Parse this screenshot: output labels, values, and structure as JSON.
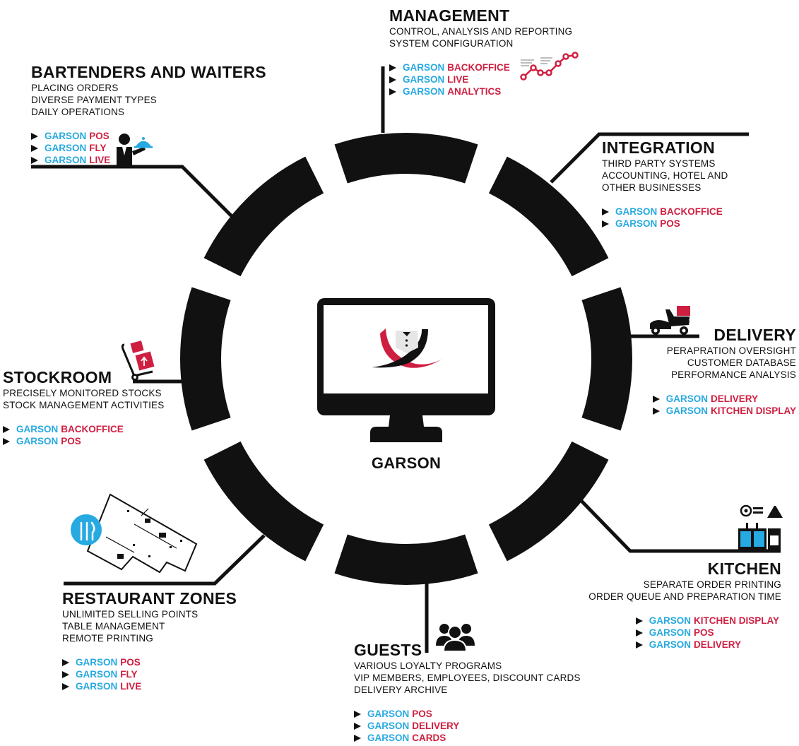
{
  "center": {
    "title": "GARSON"
  },
  "colors": {
    "brand_blue": "#27a9e1",
    "brand_red": "#cf1f41",
    "ring": "#111111"
  },
  "sections": {
    "management": {
      "title": "MANAGEMENT",
      "lines": [
        "CONTROL, ANALYSIS AND REPORTING",
        "SYSTEM CONFIGURATION"
      ],
      "products": [
        {
          "brand": "GARSON",
          "product": "BACKOFFICE"
        },
        {
          "brand": "GARSON",
          "product": "LIVE"
        },
        {
          "brand": "GARSON",
          "product": "ANALYTICS"
        }
      ]
    },
    "bartenders": {
      "title": "BARTENDERS AND WAITERS",
      "lines": [
        "PLACING ORDERS",
        "DIVERSE PAYMENT TYPES",
        "DAILY OPERATIONS"
      ],
      "products": [
        {
          "brand": "GARSON",
          "product": "POS"
        },
        {
          "brand": "GARSON",
          "product": "FLY"
        },
        {
          "brand": "GARSON",
          "product": "LIVE"
        }
      ]
    },
    "integration": {
      "title": "INTEGRATION",
      "lines": [
        "THIRD PARTY SYSTEMS",
        "ACCOUNTING, HOTEL AND",
        "OTHER BUSINESSES"
      ],
      "products": [
        {
          "brand": "GARSON",
          "product": "BACKOFFICE"
        },
        {
          "brand": "GARSON",
          "product": "POS"
        }
      ]
    },
    "delivery": {
      "title": "DELIVERY",
      "lines": [
        "PERAPRATION OVERSIGHT",
        "CUSTOMER DATABASE",
        "PERFORMANCE ANALYSIS"
      ],
      "products": [
        {
          "brand": "GARSON",
          "product": "DELIVERY"
        },
        {
          "brand": "GARSON",
          "product": "KITCHEN DISPLAY"
        }
      ]
    },
    "stockroom": {
      "title": "STOCKROOM",
      "lines": [
        "PRECISELY MONITORED STOCKS",
        "STOCK MANAGEMENT ACTIVITIES"
      ],
      "products": [
        {
          "brand": "GARSON",
          "product": "BACKOFFICE"
        },
        {
          "brand": "GARSON",
          "product": "POS"
        }
      ]
    },
    "kitchen": {
      "title": "KITCHEN",
      "lines": [
        "SEPARATE ORDER PRINTING",
        "ORDER QUEUE AND PREPARATION TIME"
      ],
      "products": [
        {
          "brand": "GARSON",
          "product": "KITCHEN DISPLAY"
        },
        {
          "brand": "GARSON",
          "product": "POS"
        },
        {
          "brand": "GARSON",
          "product": "DELIVERY"
        }
      ]
    },
    "zones": {
      "title": "RESTAURANT ZONES",
      "lines": [
        "UNLIMITED SELLING POINTS",
        "TABLE MANAGEMENT",
        "REMOTE PRINTING"
      ],
      "products": [
        {
          "brand": "GARSON",
          "product": "POS"
        },
        {
          "brand": "GARSON",
          "product": "FLY"
        },
        {
          "brand": "GARSON",
          "product": "LIVE"
        }
      ]
    },
    "guests": {
      "title": "GUESTS",
      "lines": [
        "VARIOUS LOYALTY PROGRAMS",
        "VIP MEMBERS, EMPLOYEES, DISCOUNT CARDS",
        "DELIVERY ARCHIVE"
      ],
      "products": [
        {
          "brand": "GARSON",
          "product": "POS"
        },
        {
          "brand": "GARSON",
          "product": "DELIVERY"
        },
        {
          "brand": "GARSON",
          "product": "CARDS"
        }
      ]
    }
  }
}
